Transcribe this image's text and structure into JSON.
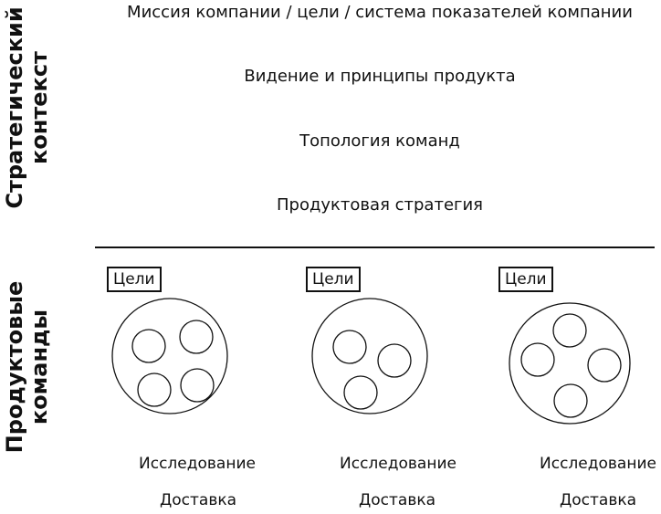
{
  "strategic_context": {
    "label_line1": "Стратегический",
    "label_line2": "контекст",
    "layers": [
      "Миссия компании / цели / система показателей компании",
      "Видение и принципы продукта",
      "Топология команд",
      "Продуктовая стратегия"
    ]
  },
  "product_teams": {
    "label_line1": "Продуктовые",
    "label_line2": "команды",
    "teams": [
      {
        "goals": "Цели",
        "discovery": "Исследование",
        "delivery": "Доставка",
        "members": 4
      },
      {
        "goals": "Цели",
        "discovery": "Исследование",
        "delivery": "Доставка",
        "members": 3
      },
      {
        "goals": "Цели",
        "discovery": "Исследование",
        "delivery": "Доставка",
        "members": 4
      }
    ]
  }
}
